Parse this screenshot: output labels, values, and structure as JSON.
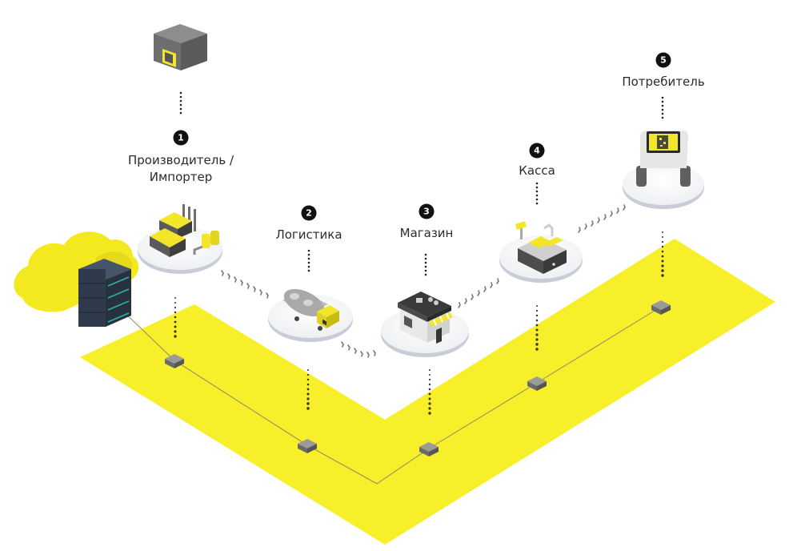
{
  "diagram": {
    "title": "Product marking supply chain",
    "colors": {
      "floor": "#f6ef2a",
      "accent": "#f3e62a",
      "badge": "#111111",
      "platform": "#f3f4f6",
      "platform_rim": "#c8ccd6",
      "node": "#8a8a8a",
      "server": "#2f3b4d",
      "server_led": "#2bb3a3"
    },
    "stages": [
      {
        "number": "1",
        "label_line1": "Производитель /",
        "label_line2": "Импортер",
        "icon": "factory-icon"
      },
      {
        "number": "2",
        "label_line1": "Логистика",
        "label_line2": "",
        "icon": "tanker-truck-icon"
      },
      {
        "number": "3",
        "label_line1": "Магазин",
        "label_line2": "",
        "icon": "store-icon"
      },
      {
        "number": "4",
        "label_line1": "Касса",
        "label_line2": "",
        "icon": "cash-register-icon"
      },
      {
        "number": "5",
        "label_line1": "Потребитель",
        "label_line2": "",
        "icon": "phone-scan-icon"
      }
    ],
    "product_icon": "marked-box-icon",
    "cloud_icon": "cloud-icon",
    "server_icon": "server-rack-icon",
    "network_node_icon": "network-node-icon"
  }
}
